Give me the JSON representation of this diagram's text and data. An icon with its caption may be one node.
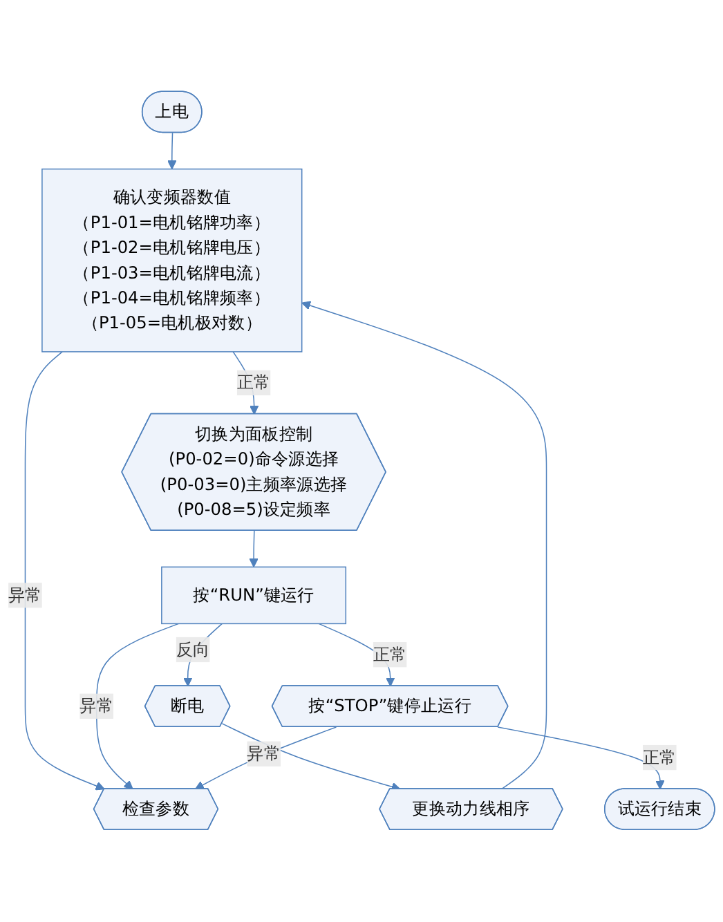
{
  "diagram": {
    "nodes": [
      {
        "text": [
          "上电"
        ]
      },
      {
        "text": [
          "确认变频器数值",
          "（P1-01=电机铭牌功率）",
          "（P1-02=电机铭牌电压）",
          "（P1-03=电机铭牌电流）",
          "（P1-04=电机铭牌频率）",
          "（P1-05=电机极对数）"
        ]
      },
      {
        "text": [
          "检查参数"
        ]
      },
      {
        "text": [
          "切换为面板控制",
          "(P0-02=0)命令源选择",
          "(P0-03=0)主频率源选择",
          "(P0-08=5)设定频率"
        ]
      },
      {
        "text": [
          "更换动力线相序"
        ]
      },
      {
        "text": [
          "断电"
        ]
      },
      {
        "text": [
          "按“RUN”键运行"
        ]
      },
      {
        "text": [
          "按“STOP”键停止运行"
        ]
      },
      {
        "text": [
          "试运行结束"
        ]
      }
    ],
    "edges": [
      {
        "from": 0,
        "to": 1,
        "arrow": "to"
      },
      {
        "from": 1,
        "to": 2,
        "arrow": "to",
        "label": "异常"
      },
      {
        "from": 1,
        "to": 3,
        "arrow": "to",
        "label": "正常"
      },
      {
        "from": 3,
        "to": 6,
        "arrow": "to"
      },
      {
        "from": 6,
        "to": 5,
        "arrow": "to",
        "label": "反向"
      },
      {
        "from": 5,
        "to": 4,
        "arrow": "to"
      },
      {
        "from": 4,
        "to": 1,
        "arrow": "to"
      },
      {
        "from": 6,
        "to": 2,
        "arrow": "to",
        "label": "异常"
      },
      {
        "from": 6,
        "to": 7,
        "arrow": "to",
        "label": "正常"
      },
      {
        "from": 7,
        "to": 2,
        "arrow": "to",
        "label": "异常"
      },
      {
        "from": 7,
        "to": 8,
        "arrow": "to",
        "label": "正常"
      }
    ]
  }
}
